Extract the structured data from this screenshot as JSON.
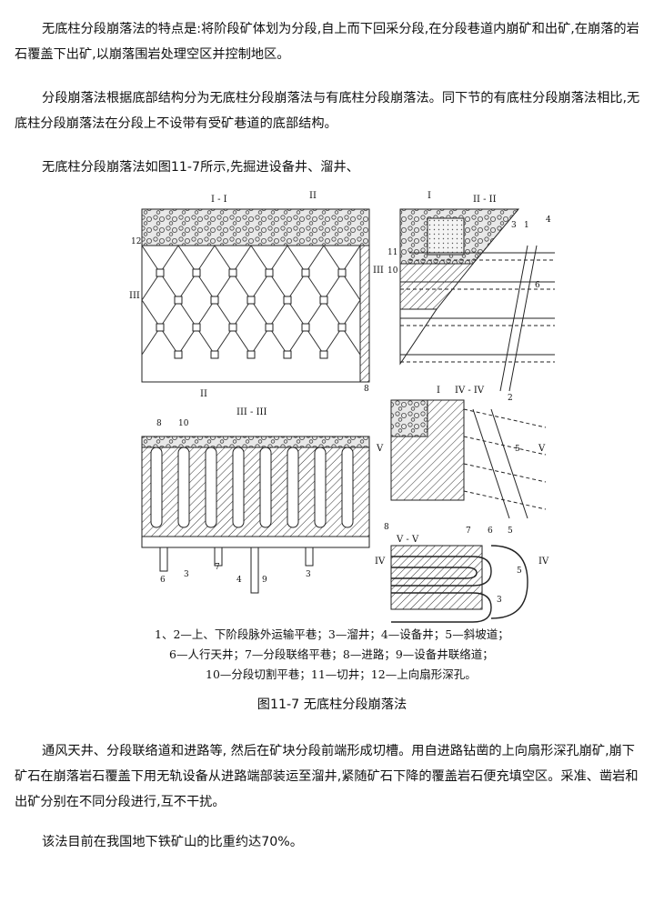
{
  "paragraphs": [
    "无底柱分段崩落法的特点是:将阶段矿体划为分段,自上而下回采分段,在分段巷道内崩矿和出矿,在崩落的岩石覆盖下出矿,以崩落围岩处理空区并控制地区。",
    "分段崩落法根据底部结构分为无底柱分段崩落法与有底柱分段崩落法。同下节的有底柱分段崩落法相比,无底柱分段崩落法在分段上不设带有受矿巷道的底部结构。",
    "无底柱分段崩落法如图11-7所示,先掘进设备井、溜井、",
    "通风天井、分段联络道和进路等, 然后在矿块分段前端形成切槽。用自进路钻凿的上向扇形深孔崩矿,崩下矿石在崩落岩石覆盖下用无轨设备从进路端部装运至溜井,紧随矿石下降的覆盖岩石便充填空区。采准、凿岩和出矿分别在不同分段进行,互不干扰。",
    "该法目前在我国地下铁矿山的比重约达70%。"
  ],
  "figure": {
    "section_labels": {
      "s1": "I - I",
      "s2": "II - II",
      "s3": "III - III",
      "s4": "IV - IV",
      "s5": "V - V"
    },
    "markers": {
      "I": "I",
      "II": "II",
      "III": "III",
      "IV": "IV",
      "V": "V"
    },
    "numbers": [
      "1",
      "2",
      "3",
      "4",
      "5",
      "6",
      "7",
      "8",
      "9",
      "10",
      "11",
      "12"
    ],
    "legend": [
      "1、2—上、下阶段脉外运输平巷；3—溜井；4—设备井；5—斜坡道；",
      "6—人行天井；7—分段联络平巷；8—进路；9—设备井联络道；",
      "10—分段切割平巷；11—切井；12—上向扇形深孔。"
    ]
  },
  "caption": "图11-7  无底柱分段崩落法"
}
